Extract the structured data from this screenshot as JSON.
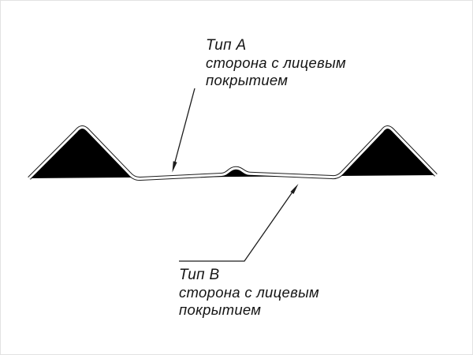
{
  "diagram": {
    "background": "#ffffff",
    "line_color": "#1c1c1c",
    "labels": {
      "top": {
        "title": "Тип А",
        "line1": "сторона с лицевым",
        "line2": "покрытием"
      },
      "bottom": {
        "title": "Тип В",
        "line1": "сторона с лицевым",
        "line2": "покрытием"
      }
    }
  }
}
